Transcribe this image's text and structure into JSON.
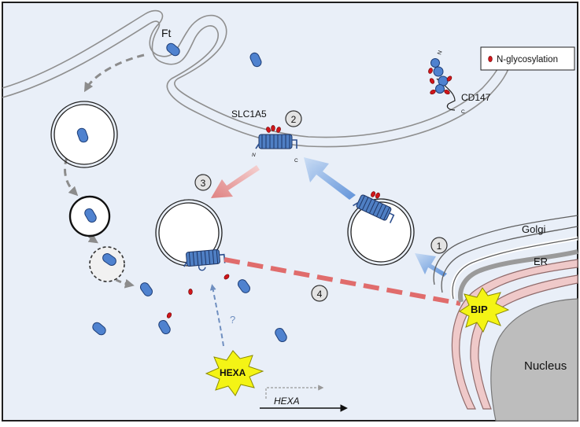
{
  "legend": {
    "label": "N-glycosylation"
  },
  "labels": {
    "ft": "Ft",
    "slc1a5": "SLC1A5",
    "cd147": "CD147",
    "golgi": "Golgi",
    "er": "ER",
    "nucleus": "Nucleus",
    "bip": "BIP",
    "hexa_star": "HEXA",
    "hexa_gene": "HEXA",
    "question": "?",
    "n_term": "N",
    "c_term": "C",
    "cd147_n": "N",
    "cd147_c": "C"
  },
  "steps": [
    "1",
    "2",
    "3",
    "4"
  ],
  "colors": {
    "background": "#e9eff8",
    "membrane": "#9a9a9a",
    "transporter": "#4f7fc4",
    "glycan": "#d11a1a",
    "blue_arrow": "#6b9ee0",
    "pink_arrow": "#e08c8c",
    "dashed_pink": "#e06c6c",
    "er": "#efc9c9",
    "nucleus": "#bdbdbd",
    "star": "#f4f415"
  }
}
